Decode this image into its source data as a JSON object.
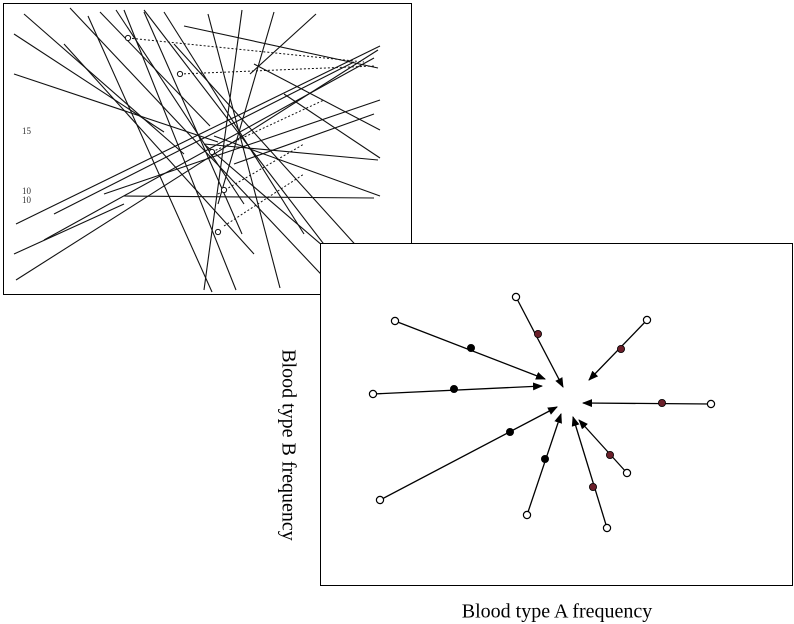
{
  "scan_figure": {
    "tick_labels": [
      "15",
      "10",
      "10"
    ]
  },
  "vector_diagram": {
    "x_label": "Blood type A frequency",
    "y_label": "Blood type B frequency",
    "colors": {
      "line": "#000000",
      "filled_dot": "#000000",
      "maroon_dot": "#6b1f2a",
      "open_dot_fill": "#ffffff"
    },
    "icons": [
      "open-circle-icon",
      "filled-circle-icon",
      "arrowhead-icon"
    ]
  }
}
